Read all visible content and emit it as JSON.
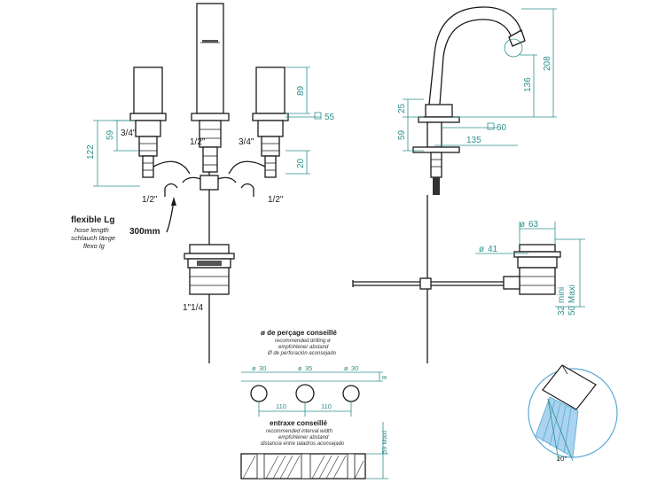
{
  "front_view": {
    "labels": {
      "thread_left": "3/4\"",
      "thread_center": "1/2\"",
      "thread_right": "3/4\"",
      "hose_left": "1/2\"",
      "hose_right": "1/2\"",
      "waste": "1\"1/4"
    },
    "dims": {
      "d59": "59",
      "d122": "122",
      "d89": "89",
      "d20": "20",
      "d55": "55"
    },
    "hose": {
      "title": "flexible Lg",
      "line1": "hose length",
      "line2": "schlauch länge",
      "line3": "flexo lg",
      "length": "300mm"
    }
  },
  "side_view": {
    "dims": {
      "d208": "208",
      "d136": "136",
      "d25": "25",
      "d59": "59",
      "d60": "60",
      "d135": "135",
      "d63": "63",
      "d41": "41",
      "d32": "32 mini",
      "d50": "50 Maxi"
    }
  },
  "drilling": {
    "title": "ø de perçage conseillé",
    "line1": "recommended drilling ø",
    "line2": "empfohlener abstand",
    "line3": "Ø de perforación aconsejado",
    "hole1": "30",
    "hole2": "35",
    "hole3": "30",
    "thickness": "8",
    "spacing1": "110",
    "spacing2": "110"
  },
  "interval": {
    "title": "entraxe conseillé",
    "line1": "recommended interval width",
    "line2": "empfohlener abstand",
    "line3": "distancia entre taladros aconsejado",
    "depth": "59 Maxi"
  },
  "spray": {
    "angle": "20°"
  },
  "colors": {
    "dimension": "#2f8f8f",
    "spray": "#a9d3ef"
  }
}
